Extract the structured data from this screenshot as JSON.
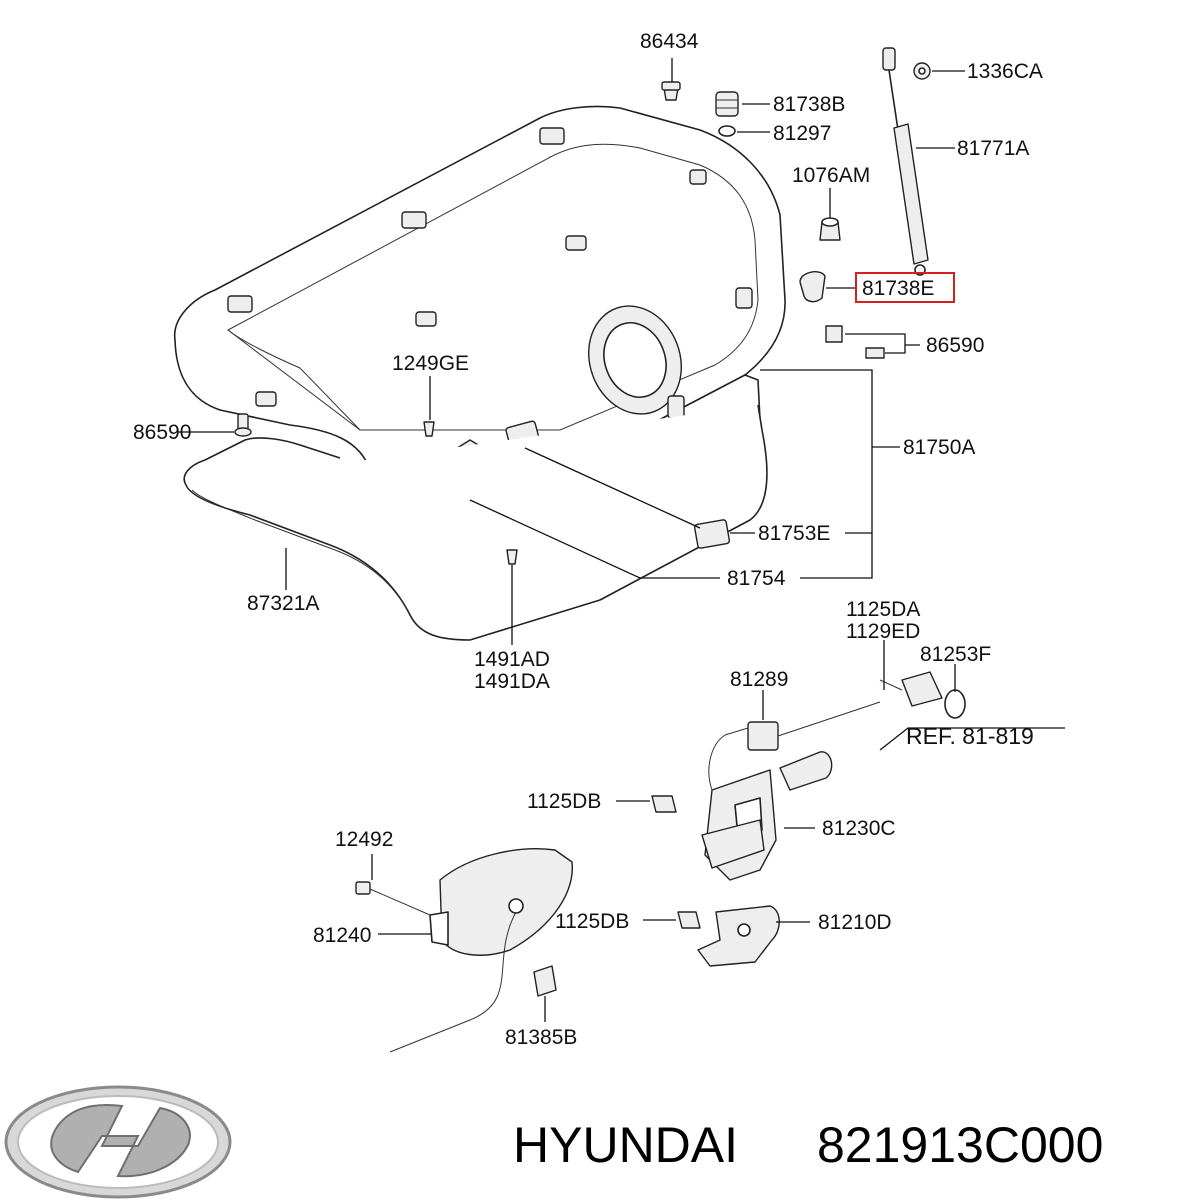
{
  "brand": "HYUNDAI",
  "part_number": "821913C000",
  "highlight_color": "#d42020",
  "logo": {
    "name": "hyundai-logo",
    "lettering": "H"
  },
  "labels": {
    "p86434": "86434",
    "p1336CA": "1336CA",
    "p81738B": "81738B",
    "p81297": "81297",
    "p81771A": "81771A",
    "p1076AM": "1076AM",
    "p81738E": "81738E",
    "p86590_right": "86590",
    "p1249GE": "1249GE",
    "p86590_left": "86590",
    "p81750A": "81750A",
    "p81753E": "81753E",
    "p81754": "81754",
    "p87321A": "87321A",
    "p1491AD": "1491AD",
    "p1491DA": "1491DA",
    "p1125DA": "1125DA",
    "p1129ED": "1129ED",
    "p81253F": "81253F",
    "p81289": "81289",
    "ref": "REF. 81-819",
    "p1125DB_upper": "1125DB",
    "p81230C": "81230C",
    "p12492": "12492",
    "p81240": "81240",
    "p1125DB_lower": "1125DB",
    "p81210D": "81210D",
    "p81385B": "81385B"
  }
}
